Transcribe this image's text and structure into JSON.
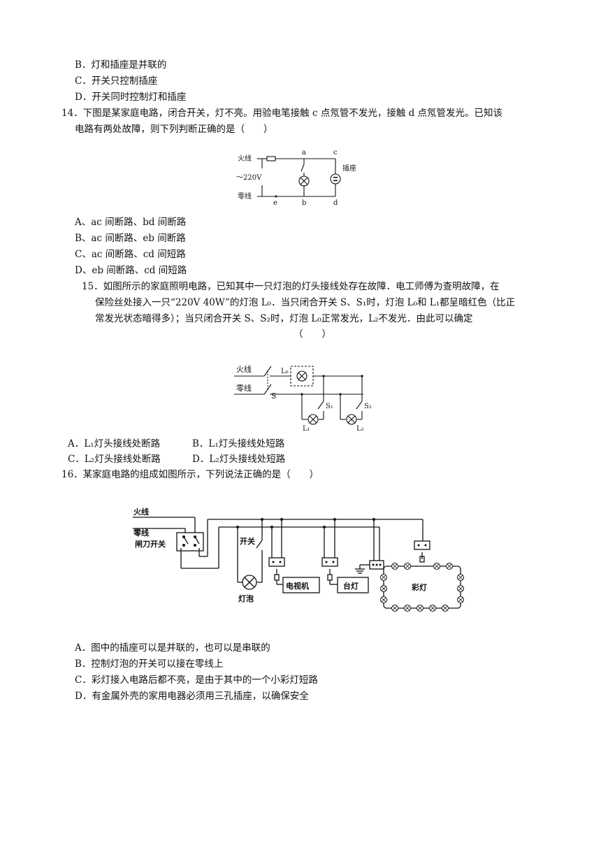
{
  "q13": {
    "opt_b": "B．灯和插座是并联的",
    "opt_c": "C．开关只控制插座",
    "opt_d": "D．开关同时控制灯和插座"
  },
  "q14": {
    "stem_1": "14．下图是某家庭电路，闭合开关，灯不亮。用验电笔接触 c 点氖管不发光，接触 d 点氖管发光。已知该",
    "stem_2": "电路有两处故障，则下列判断正确的是（　　）",
    "diagram": {
      "live": "火线",
      "neutral": "零线",
      "voltage": "～220V",
      "a": "a",
      "b": "b",
      "c": "c",
      "d": "d",
      "e": "e",
      "socket": "插座"
    },
    "opt_a": "A、ac 间断路、bd 间断路",
    "opt_b": "B、ac 间断路、eb 间断路",
    "opt_c": "C、ac 间断路、cd 间短路",
    "opt_d": "D、eb 间断路、cd 间短路"
  },
  "q15": {
    "stem_1": "15．如图所示的家庭照明电路，已知其中一只灯泡的灯头接线处存在故障．电工师傅为查明故障，在",
    "stem_2": "保险丝处接入一只“220V  40W”的灯泡 L₀．当只闭合开关 S、S₁时，灯泡 L₀和 L₁都呈暗红色（比正",
    "stem_3": "常发光状态暗得多）；当只闭合开关 S、S₂时，灯泡 L₀正常发光，L₂不发光．由此可以确定",
    "stem_4": "（　　）",
    "diagram": {
      "live": "火线",
      "neutral": "零线",
      "s": "S",
      "l0": "L₀",
      "l1": "L₁",
      "l2": "L₂",
      "s1": "S₁",
      "s2": "S₂"
    },
    "opt_a": "A．L₁灯头接线处断路",
    "opt_b": "B．L₁灯头接线处短路",
    "opt_c": "C．L₂灯头接线处断路",
    "opt_d": "D．L₂灯头接线处短路"
  },
  "q16": {
    "stem": "16．某家庭电路的组成如图所示，下列说法正确的是（　　）",
    "diagram": {
      "live": "火线",
      "neutral": "零线",
      "knife_switch": "闸刀开关",
      "switch": "开关",
      "bulb": "灯泡",
      "tv": "电视机",
      "lamp": "台灯",
      "string_lights": "彩灯"
    },
    "opt_a": "A．图中的插座可以是并联的，也可以是串联的",
    "opt_b": "B．控制灯泡的开关可以接在零线上",
    "opt_c": "C．彩灯接入电路后都不亮，是由于其中的一个小彩灯短路",
    "opt_d": "D．有金属外壳的家用电器必须用三孔插座，以确保安全"
  }
}
